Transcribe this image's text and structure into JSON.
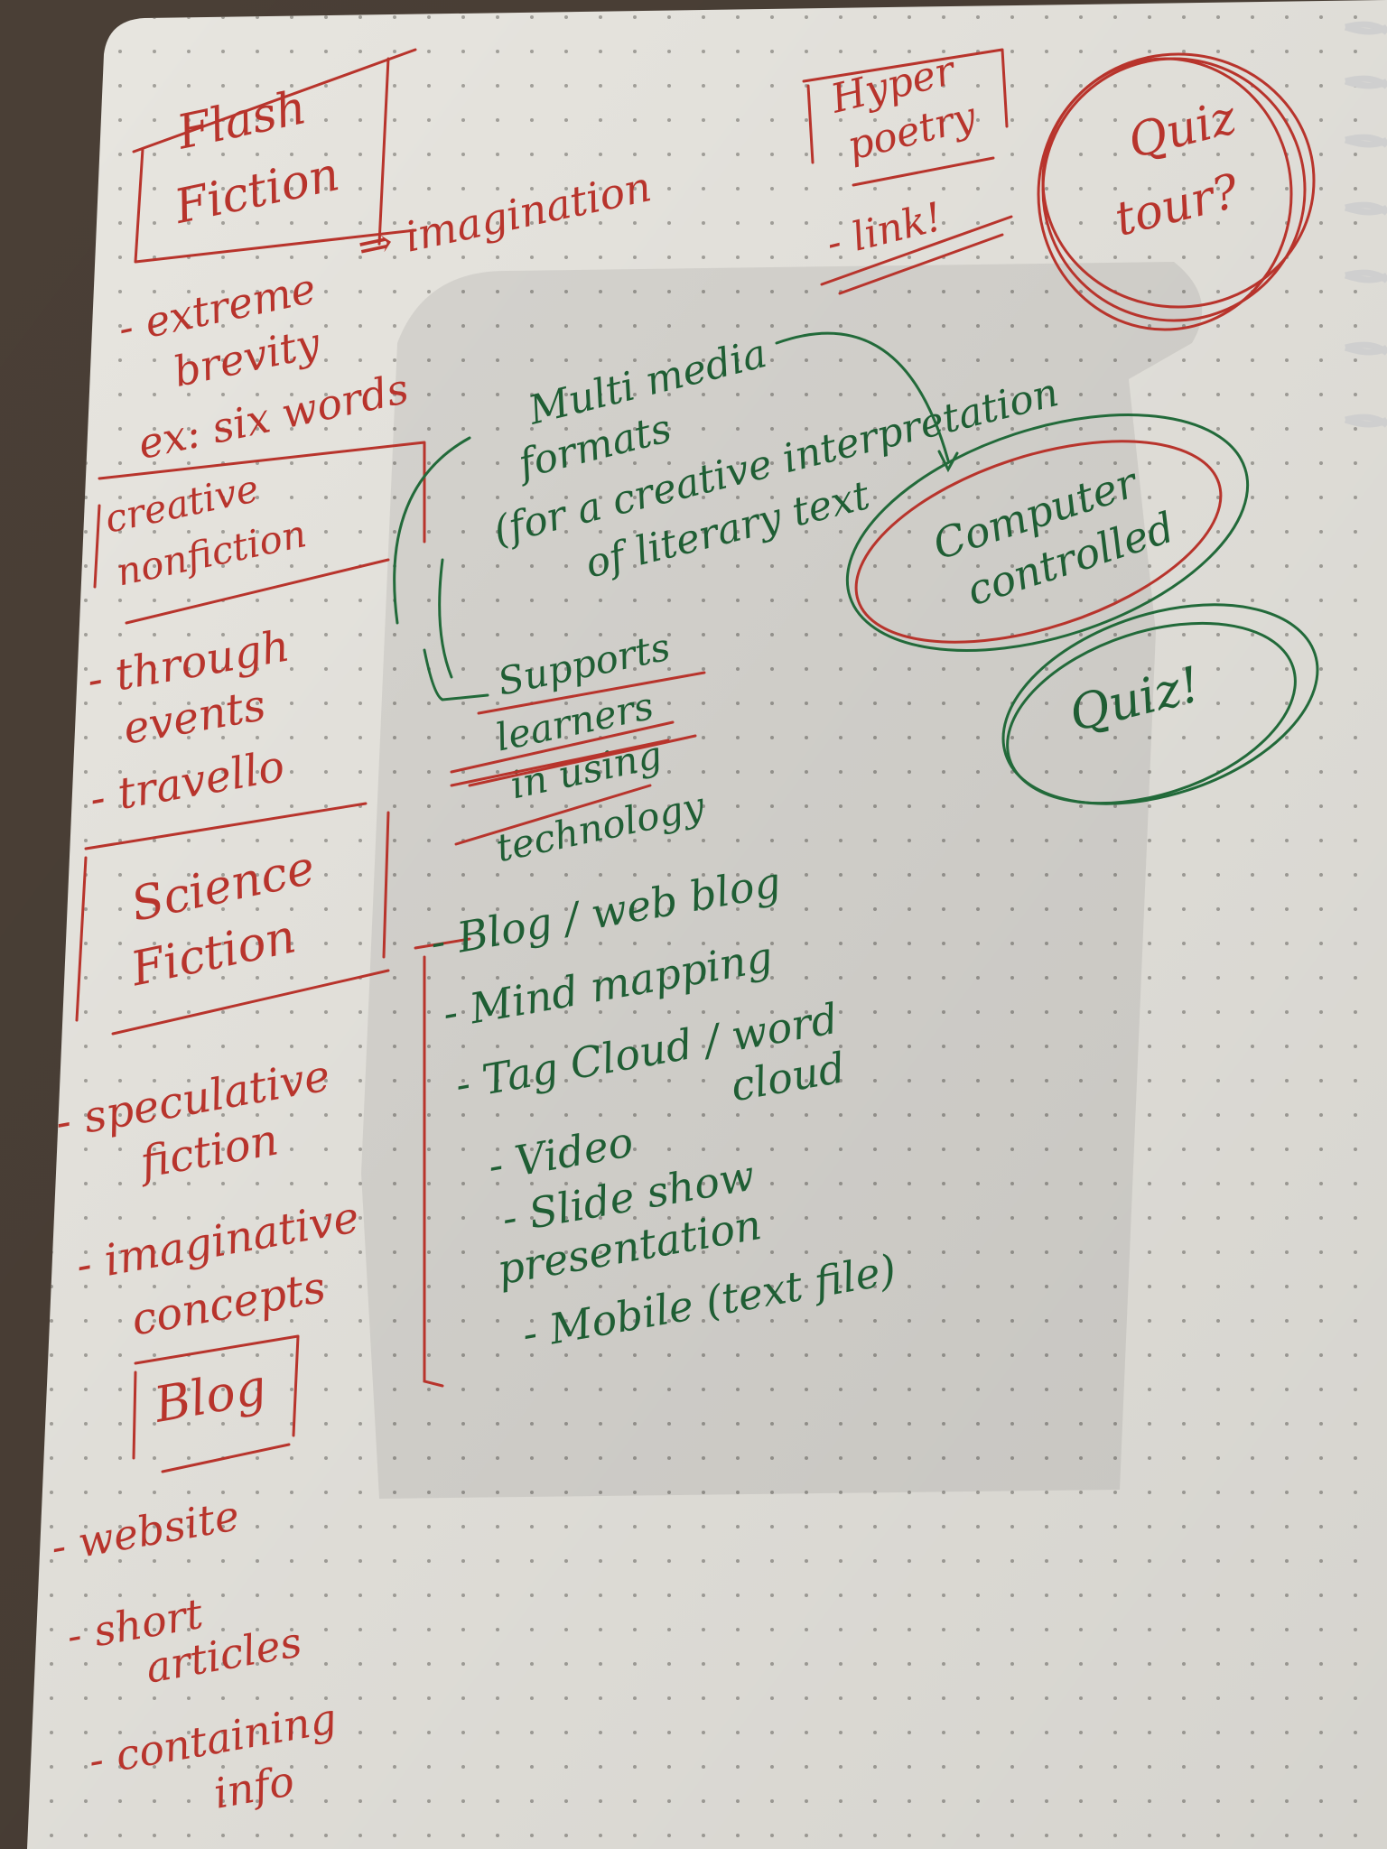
{
  "colors": {
    "paper": "#e9e7e1",
    "shadow": "#c9c6bf",
    "red_ink": "#b8342c",
    "green_ink": "#1f5e34",
    "desk": "#4a3f36"
  },
  "left_column": {
    "flash_fiction_box": [
      "Flash",
      "Fiction"
    ],
    "imagination": "⇒ imagination",
    "flash_points": [
      "- extreme",
      "brevity",
      "ex: six words"
    ],
    "creative_nonfiction_box": [
      "creative",
      "nonfiction"
    ],
    "nonfiction_points": [
      "- through",
      "events",
      "- travello"
    ],
    "science_fiction_box": [
      "Science",
      "Fiction"
    ],
    "scifi_points": [
      "- speculative",
      "fiction",
      "- imaginative",
      "concepts"
    ],
    "blog_box": "Blog",
    "blog_points": [
      "- website",
      "- short",
      "articles",
      "- containing",
      "info"
    ]
  },
  "top_right": {
    "hyperpoetry_box": [
      "Hyper",
      "poetry"
    ],
    "link": "- link!",
    "quiz_circle": [
      "Quiz",
      "tour?"
    ]
  },
  "middle": {
    "multimedia": [
      "Multi media",
      "formats",
      "(for a creative interpretation",
      "of literary text"
    ],
    "computer_controlled": [
      "Computer",
      "controlled"
    ],
    "quiz2": "Quiz!",
    "supports": [
      "Supports",
      "learners",
      "in using",
      "technology"
    ],
    "list": [
      "- Blog / web blog",
      "- Mind mapping",
      "- Tag Cloud / word",
      "cloud",
      "- Video",
      "- Slide show",
      "presentation",
      "- Mobile (text file)"
    ]
  }
}
